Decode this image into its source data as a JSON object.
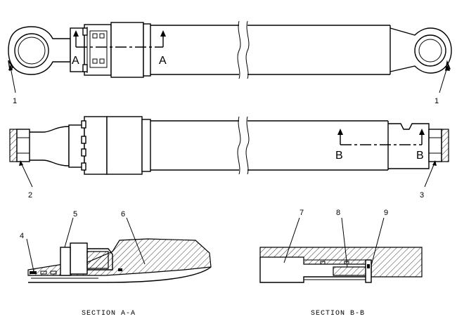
{
  "callouts": {
    "c1a": "1",
    "c1b": "1",
    "c2": "2",
    "c3": "3",
    "c4": "4",
    "c5": "5",
    "c6": "6",
    "c7": "7",
    "c8": "8",
    "c9": "9"
  },
  "section_marks": {
    "a_left": "A",
    "a_right": "A",
    "b_left": "B",
    "b_right": "B"
  },
  "captions": {
    "section_a": "SECTION A-A",
    "section_b": "SECTION B-B"
  }
}
